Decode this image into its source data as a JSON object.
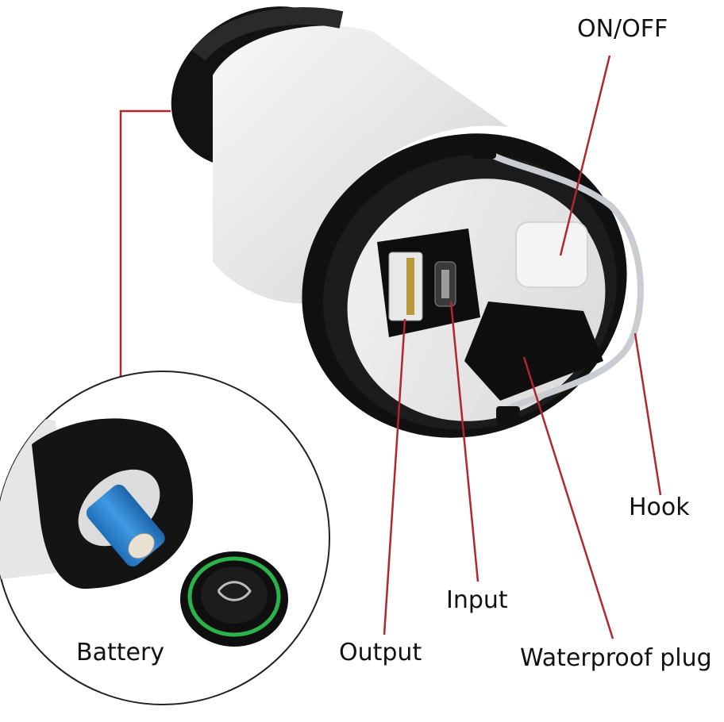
{
  "image": {
    "subject": "rechargeable-lantern-flashlight",
    "colors": {
      "body_black": "#141414",
      "diffuser_white": "#ededed",
      "callout_red": "#b1272d",
      "battery_blue": "#2f86d1",
      "seal_green": "#2bb24b",
      "metal_silver": "#c9ccd0"
    }
  },
  "callouts": {
    "onoff": "ON/OFF",
    "hook": "Hook",
    "input": "Input",
    "output": "Output",
    "waterproof_plug": "Waterproof plug",
    "battery": "Battery"
  }
}
